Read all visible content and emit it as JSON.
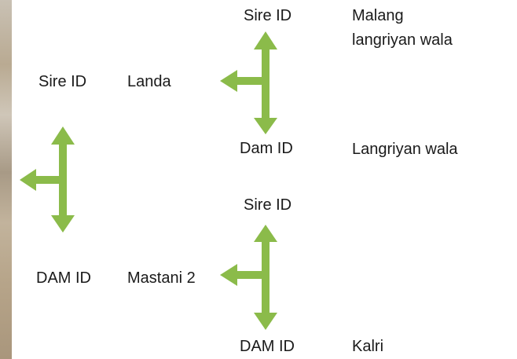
{
  "colors": {
    "arrow": "#8bbb4a",
    "photo": "#b9aa92"
  },
  "images": [
    {
      "name": "photo-strip-left",
      "description": "cropped edge of a photograph"
    }
  ],
  "sire": {
    "label": "Sire ID",
    "value": "Landa",
    "sire": {
      "label": "Sire ID",
      "value_line1": "Malang",
      "value_line2": "langriyan wala"
    },
    "dam": {
      "label": "Dam ID",
      "value": "Langriyan wala"
    }
  },
  "dam": {
    "label": "DAM ID",
    "value": "Mastani 2",
    "sire": {
      "label": "Sire ID"
    },
    "dam": {
      "label": "DAM ID",
      "value": "Kalri"
    }
  }
}
